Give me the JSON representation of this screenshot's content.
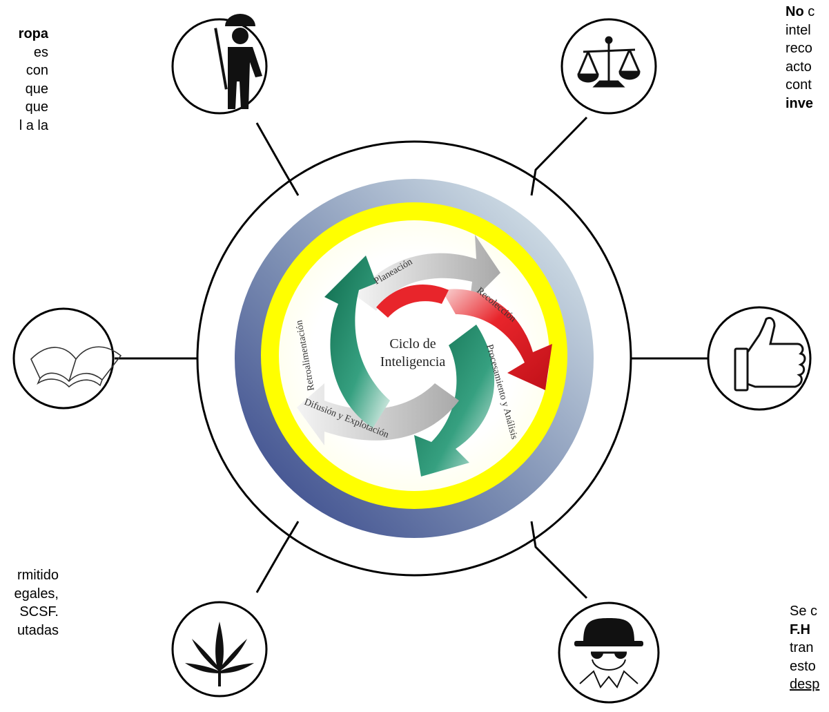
{
  "center": {
    "title_line1": "Ciclo de",
    "title_line2": "Inteligencia",
    "stages": [
      "Planeación",
      "Recolección",
      "Procesamiento y Análisis",
      "Difusión y Explotación",
      "Retroalimentación"
    ]
  },
  "text_top_left": {
    "lines": [
      "ropa",
      "es",
      "con",
      "que",
      "que",
      "l a la"
    ]
  },
  "text_top_right": {
    "line1_bold": "No",
    "line1_rest": " c",
    "lines": [
      "intel",
      "reco",
      "acto",
      "cont"
    ],
    "last_bold": "inve"
  },
  "text_bottom_left": {
    "lines": [
      "rmitido",
      "egales,",
      "SCSF.",
      "utadas"
    ]
  },
  "text_bottom_right": {
    "line1": "Se c",
    "line2_bold": "F.H",
    "lines": [
      "tran",
      "esto"
    ],
    "last_underline": "desp"
  },
  "icons": [
    "soldier-icon",
    "scales-icon",
    "book-icon",
    "thumbs-up-icon",
    "cannabis-leaf-icon",
    "spy-icon"
  ],
  "colors": {
    "ring_dark": "#3a4a8a",
    "ring_light": "#d9ecef",
    "yellow": "#ffff00",
    "green": "#1e8a6a",
    "red": "#e8252b",
    "gray": "#c8c8c8"
  }
}
